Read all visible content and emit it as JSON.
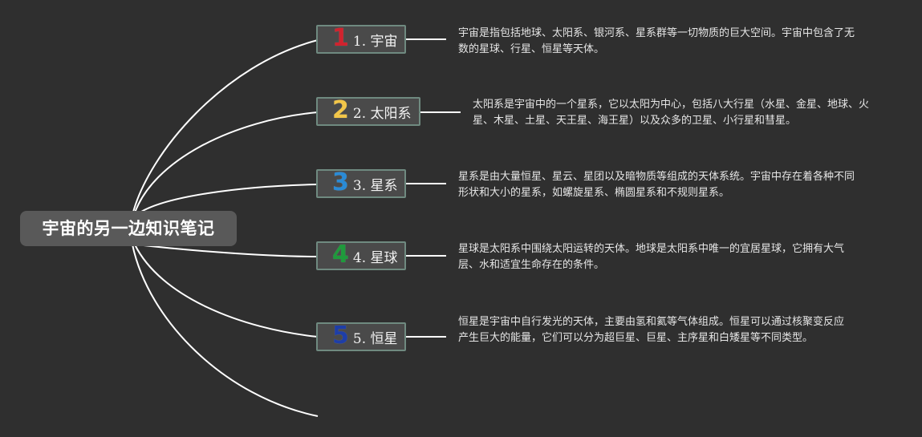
{
  "colors": {
    "background": "#2f2f2f",
    "line": "#ffffff",
    "badge_1": "#d0232e",
    "badge_2": "#f2c649",
    "badge_3": "#2a8bd6",
    "badge_4": "#1f9a3c",
    "badge_5": "#1e3ea8"
  },
  "central": {
    "title": "宇宙的另一边知识笔记"
  },
  "branches": [
    {
      "badge": "1",
      "label": "1. 宇宙",
      "note": "宇宙是指包括地球、太阳系、银河系、星系群等一切物质的巨大空间。宇宙中包含了无数的星球、行星、恒星等天体。"
    },
    {
      "badge": "2",
      "label": "2. 太阳系",
      "note": "太阳系是宇宙中的一个星系，它以太阳为中心，包括八大行星（水星、金星、地球、火星、木星、土星、天王星、海王星）以及众多的卫星、小行星和彗星。"
    },
    {
      "badge": "3",
      "label": "3. 星系",
      "note": "星系是由大量恒星、星云、星团以及暗物质等组成的天体系统。宇宙中存在着各种不同形状和大小的星系，如螺旋星系、椭圆星系和不规则星系。"
    },
    {
      "badge": "4",
      "label": "4. 星球",
      "note": "星球是太阳系中围绕太阳运转的天体。地球是太阳系中唯一的宜居星球，它拥有大气层、水和适宜生命存在的条件。"
    },
    {
      "badge": "5",
      "label": "5. 恒星",
      "note": "恒星是宇宙中自行发光的天体，主要由氢和氦等气体组成。恒星可以通过核聚变反应产生巨大的能量，它们可以分为超巨星、巨星、主序星和白矮星等不同类型。"
    }
  ]
}
